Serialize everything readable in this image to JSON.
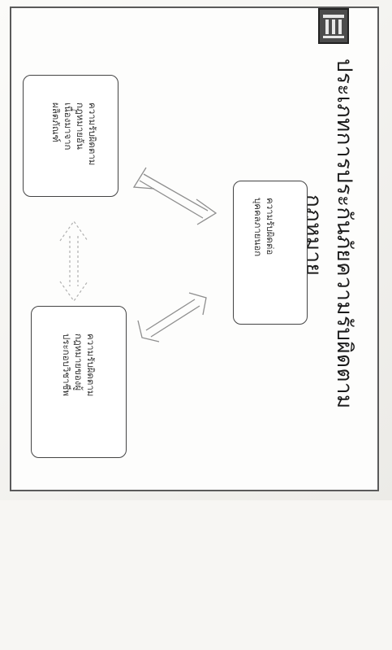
{
  "title": {
    "line1": "ประเภทการประกันภัยความรับผิดตาม",
    "line2": "กฎหมาย"
  },
  "boxes": {
    "center": {
      "line1": "ความรับผิดต่อ",
      "line2": "บุคคลภายนอก"
    },
    "top": {
      "line1": "ความรับผิดตาม",
      "line2": "กฎหมายอัน",
      "line3": "เนื่องมาจาก",
      "line4": "ผลิตภัณฑ์"
    },
    "bottom": {
      "line1": "ความรับผิดตาม",
      "line2": "กฎหมายของผู้",
      "line3": "ประกอบวิชาชีพ"
    }
  },
  "colors": {
    "frame": "#5a5a5a",
    "text": "#1a1a1a",
    "logo": "#4c4c4c"
  },
  "icons": [
    "institution-logo-icon"
  ]
}
